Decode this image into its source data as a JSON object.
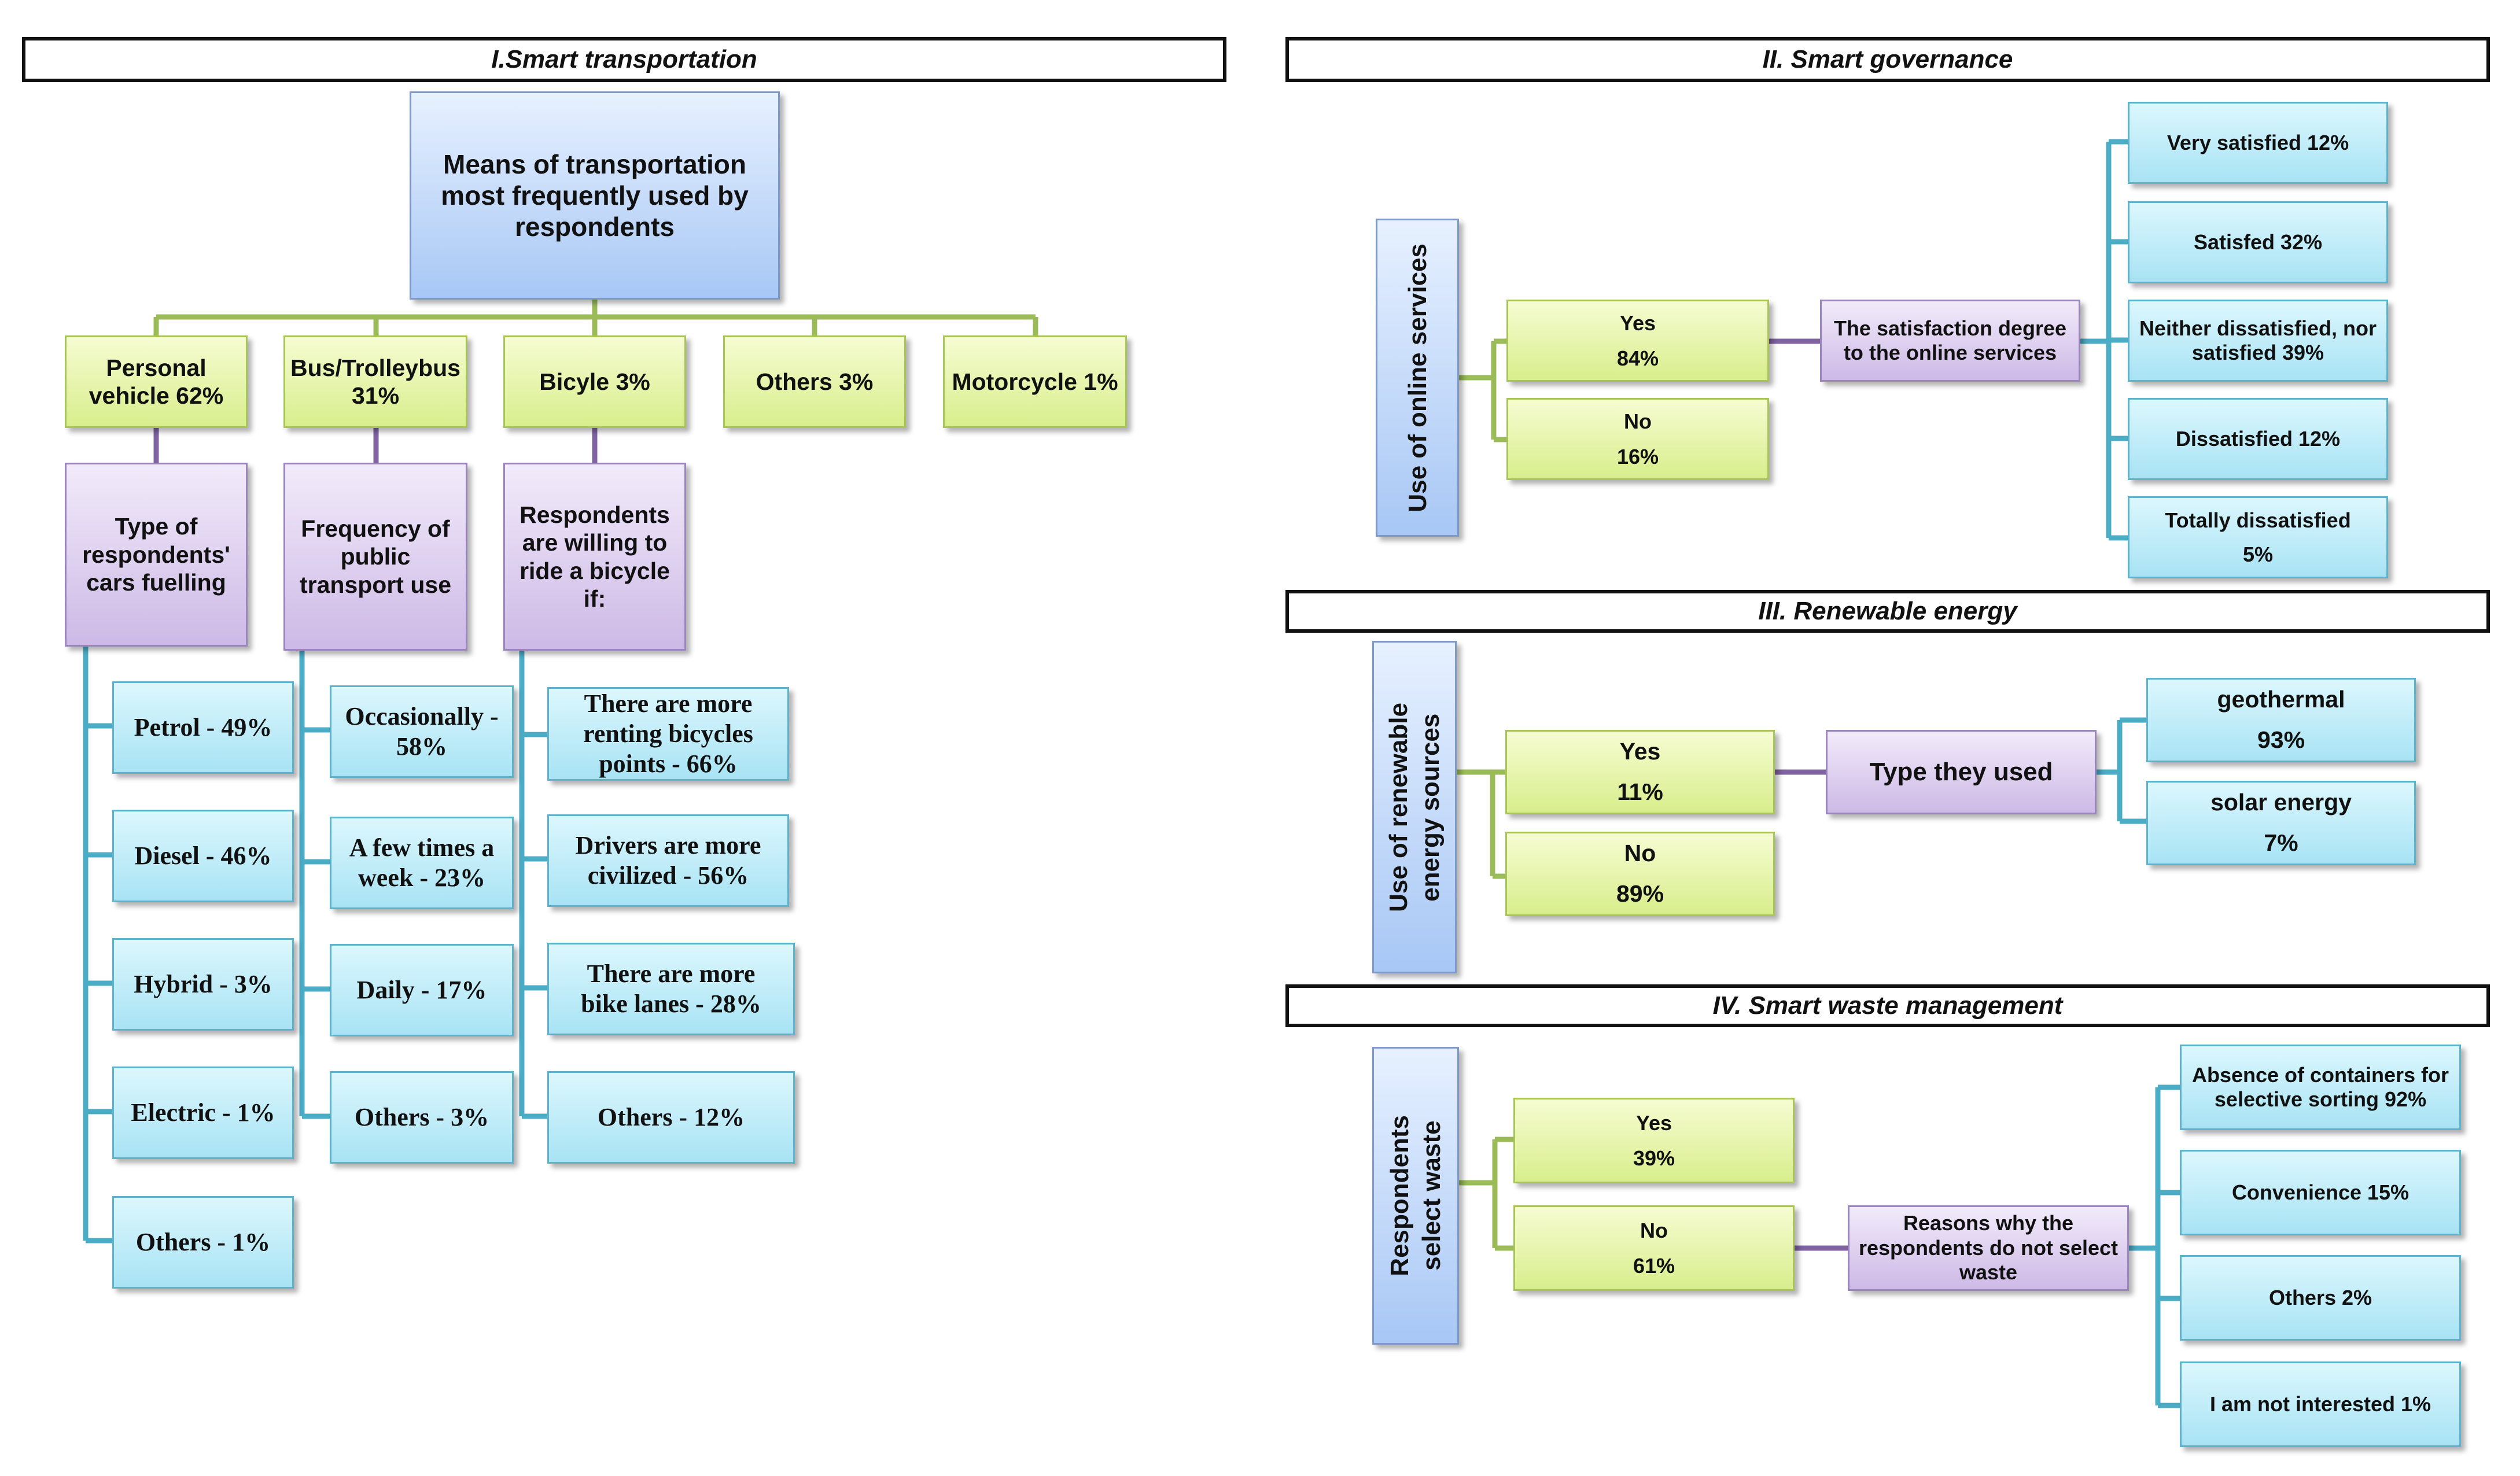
{
  "sections": {
    "transport": "I.Smart transportation",
    "governance": "II. Smart governance",
    "renewable": "III. Renewable energy",
    "waste": "IV. Smart waste management"
  },
  "transport": {
    "root": "Means of transportation\nmost frequently used by\nrespondents",
    "modes": {
      "personal": "Personal\nvehicle 62%",
      "bus": "Bus/Trolleybus\n31%",
      "bicycle": "Bicyle 3%",
      "others": "Others 3%",
      "motorcycle": "Motorcycle 1%"
    },
    "fuelling": {
      "title": "Type of\nrespondents'\ncars fuelling",
      "items": [
        "Petrol - 49%",
        "Diesel - 46%",
        "Hybrid - 3%",
        "Electric - 1%",
        "Others - 1%"
      ]
    },
    "frequency": {
      "title": "Frequency of\npublic\ntransport use",
      "items": [
        "Occasionally -\n58%",
        "A few times a\nweek - 23%",
        "Daily - 17%",
        "Others - 3%"
      ]
    },
    "bicycle_conditions": {
      "title": "Respondents\nare willing to\nride a bicycle\nif:",
      "items": [
        "There are more\nrenting bicycles\npoints - 66%",
        "Drivers are more\ncivilized - 56%",
        "There are more\nbike lanes - 28%",
        "Others - 12%"
      ]
    }
  },
  "governance": {
    "root": "Use of online services",
    "yes": "Yes\n84%",
    "no": "No\n16%",
    "satisfaction": "The satisfaction degree\nto the online services",
    "levels": [
      "Very satisfied 12%",
      "Satisfed 32%",
      "Neither dissatisfied, nor\nsatisfied 39%",
      "Dissatisfied 12%",
      "Totally dissatisfied\n5%"
    ]
  },
  "renewable": {
    "root": "Use of renewable\nenergy sources",
    "yes": "Yes\n11%",
    "no": "No\n89%",
    "type": "Type they used",
    "types": [
      "geothermal\n93%",
      "solar energy\n7%"
    ]
  },
  "waste": {
    "root": "Respondents\nselect waste",
    "yes": "Yes\n39%",
    "no": "No\n61%",
    "reasons": "Reasons why the\nrespondents do not select\nwaste",
    "items": [
      "Absence of containers for\nselective sorting 92%",
      "Convenience 15%",
      "Others 2%",
      "I am not interested 1%"
    ]
  },
  "colors": {
    "green_line": "#9bbb59",
    "purple_line": "#8064a2",
    "teal_line": "#4bacc6"
  }
}
